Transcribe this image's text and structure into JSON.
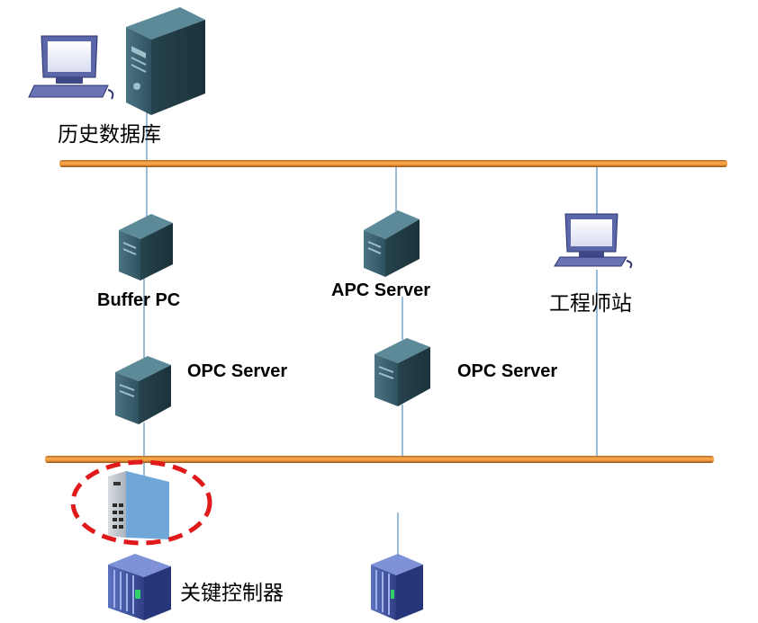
{
  "labels": {
    "history_db": "历史数据库",
    "buffer_pc": "Buffer PC",
    "apc_server": "APC Server",
    "engineer_station": "工程师站",
    "opc_server_left": "OPC Server",
    "opc_server_right": "OPC Server",
    "key_controller": "关键控制器"
  },
  "colors": {
    "bus": "#f29a3c",
    "link": "#6f9fc4",
    "highlight": "#e01a1a",
    "server_body": "#3b5f6b",
    "monitor_frame": "#5a66a8",
    "switch_body": "#6fa8d8",
    "controller_body": "#4a5ea8"
  }
}
